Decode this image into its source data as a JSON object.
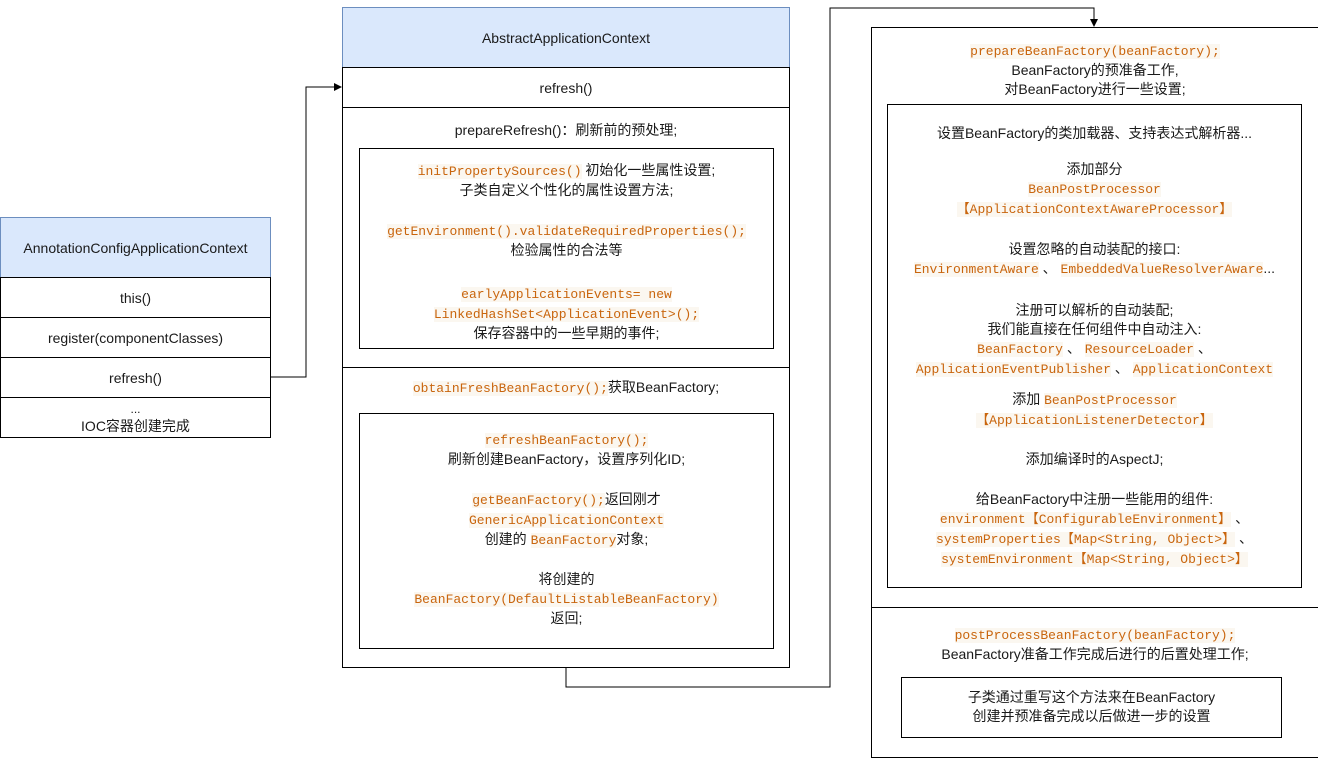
{
  "annotation_ctx": {
    "title": "AnnotationConfigApplicationContext",
    "rows": [
      "this()",
      "register(componentClasses)",
      "refresh()"
    ],
    "last_row_dots": "...",
    "last_row_text": "IOC容器创建完成"
  },
  "abstract_ctx": {
    "title": "AbstractApplicationContext",
    "refresh": "refresh()",
    "prepare_refresh": {
      "heading": "prepareRefresh()：刷新前的预处理;",
      "init_code": "initPropertySources()",
      "init_text": " 初始化一些属性设置;",
      "init_desc": "子类自定义个性化的属性设置方法;",
      "validate_code": "getEnvironment().validateRequiredProperties();",
      "validate_desc": "检验属性的合法等",
      "early_code_1": "earlyApplicationEvents= new",
      "early_code_2": "LinkedHashSet<ApplicationEvent>();",
      "early_desc": "保存容器中的一些早期的事件;"
    },
    "obtain": {
      "heading_code": "obtainFreshBeanFactory();",
      "heading_text": "获取BeanFactory;",
      "refresh_code": "refreshBeanFactory();",
      "refresh_desc": "刷新创建BeanFactory，设置序列化ID;",
      "get_code": "getBeanFactory();",
      "get_text": "返回刚才",
      "generic_code": "GenericApplicationContext",
      "created_pre": "创建的 ",
      "created_code": "BeanFactory",
      "created_post": "对象;",
      "return_text": "将创建的",
      "return_code": "BeanFactory(DefaultListableBeanFactory)",
      "return_desc": "返回;"
    }
  },
  "prepare_bf": {
    "heading_code": "prepareBeanFactory(beanFactory);",
    "heading_l1": "BeanFactory的预准备工作,",
    "heading_l2": "对BeanFactory进行一些设置;",
    "set_loader": "设置BeanFactory的类加载器、支持表达式解析器...",
    "add_part": "添加部分",
    "bpp_code": "BeanPostProcessor",
    "acap_code": "【ApplicationContextAwareProcessor】",
    "ignore_text": "设置忽略的自动装配的接口:",
    "env_aware_code": "EnvironmentAware",
    "sep": "、",
    "evra_code": "EmbeddedValueResolverAware",
    "evra_tail": "...",
    "register_l1": "注册可以解析的自动装配;",
    "register_l2": "我们能直接在任何组件中自动注入:",
    "bf_code": "BeanFactory",
    "rl_code": "ResourceLoader",
    "aep_code": "ApplicationEventPublisher",
    "ac_code": "ApplicationContext",
    "add_bpp_text": "添加 ",
    "add_bpp_code": "BeanPostProcessor",
    "ald_code": "【ApplicationListenerDetector】",
    "aspectj": "添加编译时的AspectJ;",
    "reg_comp": "给BeanFactory中注册一些能用的组件:",
    "env_code": "environment【ConfigurableEnvironment】",
    "sysprop_code": "systemProperties【Map<String, Object>】",
    "sysenv_code": "systemEnvironment【Map<String, Object>】"
  },
  "post_bf": {
    "heading_code": "postProcessBeanFactory(beanFactory);",
    "heading_text": "BeanFactory准备工作完成后进行的后置处理工作;",
    "inner_l1": "子类通过重写这个方法来在BeanFactory",
    "inner_l2": "创建并预准备完成以后做进一步的设置"
  }
}
